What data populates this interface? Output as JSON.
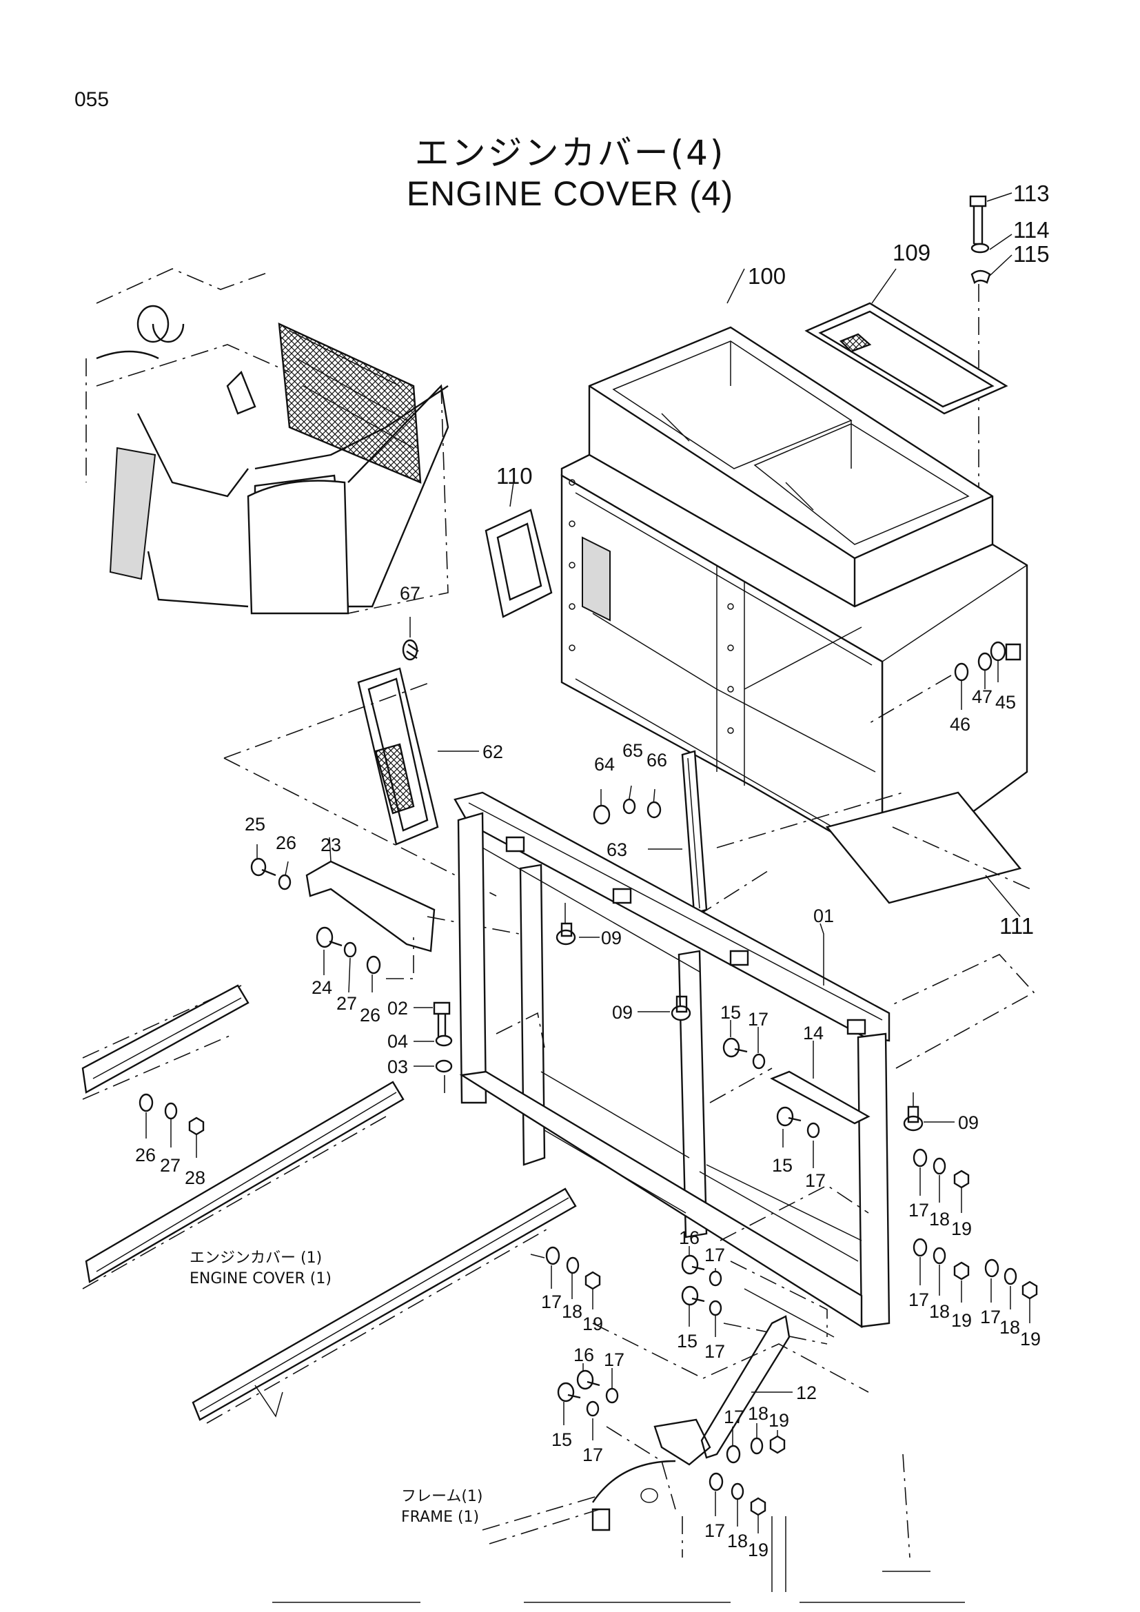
{
  "page_number": "055",
  "title_ja": "エンジンカバー(4)",
  "title_en": "ENGINE   COVER (4)",
  "references": [
    {
      "ja": "エンジンカバー (1)",
      "en": "ENGINE  COVER (1)"
    },
    {
      "ja": "フレーム(1)",
      "en": "FRAME (1)"
    }
  ],
  "callouts": {
    "c113": "113",
    "c114": "114",
    "c115": "115",
    "c109": "109",
    "c100": "100",
    "c110": "110",
    "c67": "67",
    "c62": "62",
    "c64": "64",
    "c65": "65",
    "c66": "66",
    "c63": "63",
    "c45": "45",
    "c47": "47",
    "c46": "46",
    "c111": "111",
    "c25": "25",
    "c26a": "26",
    "c23": "23",
    "c24": "24",
    "c27a": "27",
    "c26b": "26",
    "c02": "02",
    "c04": "04",
    "c03": "03",
    "c09a": "09",
    "c09b": "09",
    "c09c": "09",
    "c01": "01",
    "c15a": "15",
    "c17a": "17",
    "c14": "14",
    "c15b": "15",
    "c17b": "17",
    "c26c": "26",
    "c27b": "27",
    "c28": "28",
    "c17c": "17",
    "c18a": "18",
    "c19a": "19",
    "c17d": "17",
    "c18b": "18",
    "c19b": "19",
    "c17e": "17",
    "c18c": "18",
    "c19c": "19",
    "c16a": "16",
    "c17f": "17",
    "c15c": "15",
    "c17g": "17",
    "c17h": "17",
    "c18d": "18",
    "c19d": "19",
    "c16b": "16",
    "c17i": "17",
    "c15d": "15",
    "c17j": "17",
    "c12": "12",
    "c17k": "17",
    "c18e": "18",
    "c19e": "19",
    "c17l": "17",
    "c18f": "18",
    "c19f": "19"
  }
}
